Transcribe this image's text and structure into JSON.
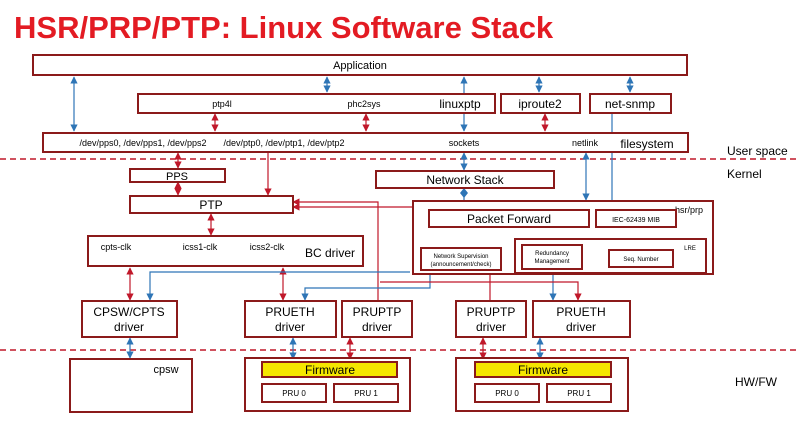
{
  "title": "HSR/PRP/PTP: Linux Software Stack",
  "layers": {
    "user_space": "User space",
    "kernel": "Kernel",
    "hw_fw": "HW/FW"
  },
  "app": {
    "application": "Application",
    "ptp4l": "ptp4l",
    "phc2sys": "phc2sys",
    "linuxptp": "linuxptp",
    "iproute2": "iproute2",
    "net_snmp": "net-snmp"
  },
  "fs": {
    "pps_devs": "/dev/pps0, /dev/pps1, /dev/pps2",
    "ptp_devs": "/dev/ptp0, /dev/ptp1, /dev/ptp2",
    "sockets": "sockets",
    "netlink": "netlink",
    "filesystem": "filesystem"
  },
  "kernel": {
    "pps": "PPS",
    "network_stack": "Network Stack",
    "ptp": "PTP",
    "cpts_clk": "cpts-clk",
    "icss1_clk": "icss1-clk",
    "icss2_clk": "icss2-clk",
    "bc_driver": "BC driver",
    "hsr_prp": "hsr/prp",
    "packet_forward": "Packet Forward",
    "iec_mib": "IEC-62439  MIB",
    "net_supervision_1": "Network  Supervision",
    "net_supervision_2": "(announcement/check)",
    "redundancy_1": "Redundancy",
    "redundancy_2": "Management",
    "lre": "LRE",
    "seq_number": "Seq.  Number"
  },
  "drivers": {
    "cpsw_cpts_1": "CPSW/CPTS",
    "cpsw_cpts_2": "driver",
    "prueth_1": "PRUETH",
    "prueth_2": "driver",
    "pruptp_1": "PRUPTP",
    "pruptp_2": "driver"
  },
  "hw": {
    "cpsw": "cpsw",
    "firmware": "Firmware",
    "pru0": "PRU  0",
    "pru1": "PRU  1"
  },
  "colors": {
    "title": "#e31b23",
    "box_border": "#8b1a1a",
    "red_arrow": "#c0182a",
    "blue_arrow": "#2e75b6",
    "firmware_fill": "#f5e600"
  }
}
